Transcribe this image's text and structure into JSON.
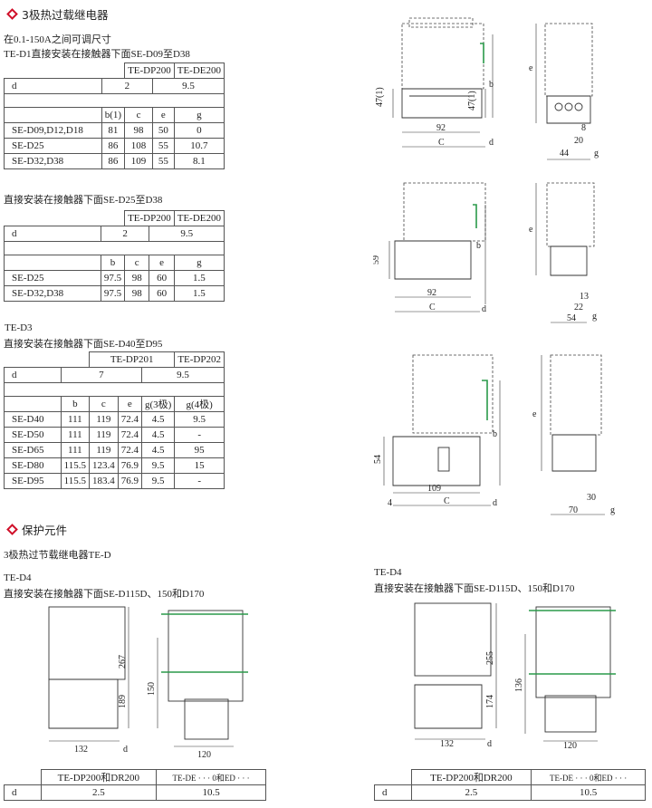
{
  "section1": {
    "title": "3极热过载继电器"
  },
  "block1": {
    "intro": "在0.1-150A之间可调尺寸",
    "subtitle": "TE-D1直接安装在接触器下面SE-D09至D38",
    "header": [
      "TE-DP200",
      "TE-DE200"
    ],
    "d_row": [
      "d",
      "2",
      "9.5"
    ],
    "cols": [
      "b(1)",
      "c",
      "e",
      "g"
    ],
    "rows": [
      [
        "SE-D09,D12,D18",
        "81",
        "98",
        "50",
        "0"
      ],
      [
        "SE-D25",
        "86",
        "108",
        "55",
        "10.7"
      ],
      [
        "SE-D32,D38",
        "86",
        "109",
        "55",
        "8.1"
      ]
    ]
  },
  "block2": {
    "subtitle": "直接安装在接触器下面SE-D25至D38",
    "header": [
      "TE-DP200",
      "TE-DE200"
    ],
    "d_row": [
      "d",
      "2",
      "9.5"
    ],
    "cols": [
      "b",
      "c",
      "e",
      "g"
    ],
    "rows": [
      [
        "SE-D25",
        "97.5",
        "98",
        "60",
        "1.5"
      ],
      [
        "SE-D32,D38",
        "97.5",
        "98",
        "60",
        "1.5"
      ]
    ]
  },
  "block3": {
    "label": "TE-D3",
    "subtitle": "直接安装在接触器下面SE-D40至D95",
    "header": [
      "TE-DP201",
      "TE-DP202"
    ],
    "d_row": [
      "d",
      "7",
      "9.5"
    ],
    "cols": [
      "b",
      "c",
      "e",
      "g(3极)",
      "g(4极)"
    ],
    "rows": [
      [
        "SE-D40",
        "111",
        "119",
        "72.4",
        "4.5",
        "9.5"
      ],
      [
        "SE-D50",
        "111",
        "119",
        "72.4",
        "4.5",
        "-"
      ],
      [
        "SE-D65",
        "111",
        "119",
        "72.4",
        "4.5",
        "95"
      ],
      [
        "SE-D80",
        "115.5",
        "123.4",
        "76.9",
        "9.5",
        "15"
      ],
      [
        "SE-D95",
        "115.5",
        "183.4",
        "76.9",
        "9.5",
        "-"
      ]
    ]
  },
  "section2": {
    "title": "保护元件"
  },
  "block4": {
    "heading": "3极热过节载继电器TE-D",
    "left_label": "TE-D4",
    "left_subtitle": "直接安装在接触器下面SE-D115D、150和D170",
    "right_label": "TE-D4",
    "right_subtitle": "直接安装在接触器下面SE-D115D、150和D170",
    "left_table": [
      "d",
      "2.5",
      "10.5"
    ],
    "left_header": [
      "TE-DP200和DR200",
      "TE-DE · · · 0和ED · · ·"
    ],
    "right_table": [
      "d",
      "2.5",
      "10.5"
    ],
    "right_header": [
      "TE-DP200和DR200",
      "TE-DE · · · 0和ED · · ·"
    ]
  },
  "dims": {
    "d1": {
      "h": "47(1)",
      "hr": "47(1)",
      "w": "92",
      "c": "C",
      "d": "d",
      "b": "b",
      "e": "e",
      "r8": "8",
      "r20": "20",
      "r44": "44",
      "g": "g"
    },
    "d2": {
      "h": "59",
      "w": "92",
      "c": "C",
      "d": "d",
      "b": "b",
      "e": "e",
      "r13": "13",
      "r22": "22",
      "r54": "54",
      "g": "g"
    },
    "d3": {
      "h": "54",
      "w": "109",
      "c": "C",
      "d": "d",
      "four": "4",
      "b": "b",
      "e": "e",
      "r30": "30",
      "r70": "70",
      "g": "g"
    },
    "d4": {
      "h267": "267",
      "h189": "189",
      "h150": "150",
      "w132": "132",
      "w120": "120",
      "d": "d"
    },
    "d5": {
      "h255": "255",
      "h174": "174",
      "h136": "136",
      "w132": "132",
      "w120": "120",
      "d": "d"
    }
  }
}
